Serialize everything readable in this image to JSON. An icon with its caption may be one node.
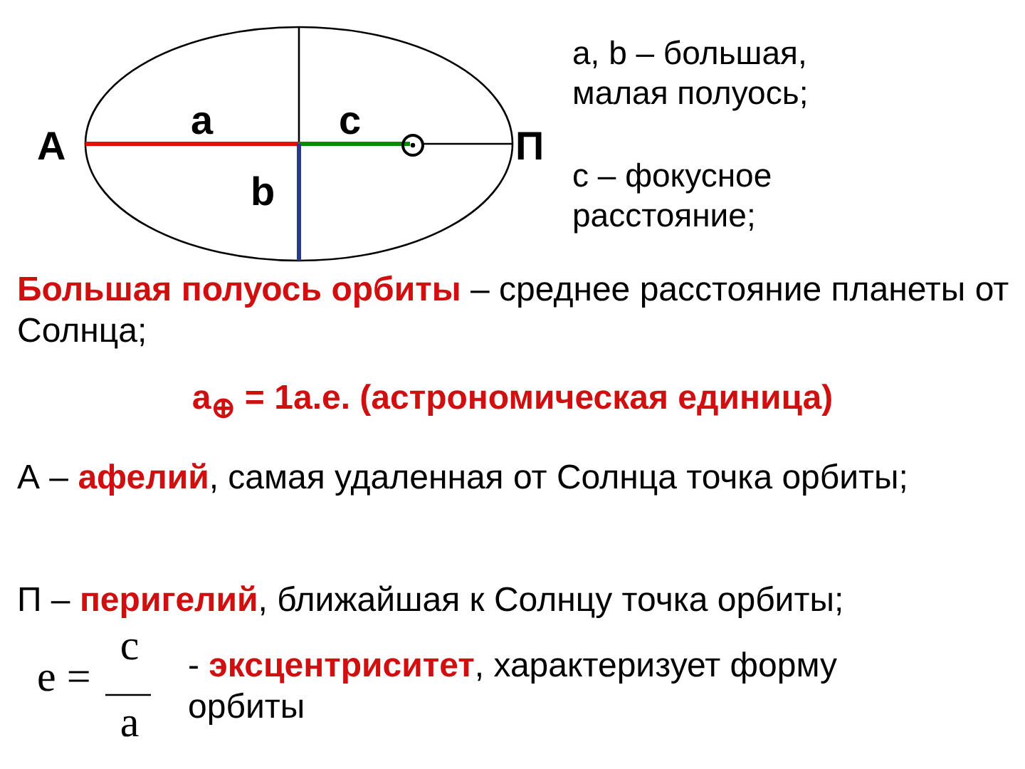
{
  "diagram": {
    "labels": [
      "A",
      "a",
      "c",
      "П",
      "b",
      "a, b – большая, малая полуось;",
      "c – фокусное расстояние;",
      "**Большая полуось орбиты** – среднее расстояние планеты от Солнца;",
      "a$_{⊕}$ = 1а.е. (астрономическая единица)",
      "А – **афелий**, самая удаленная от Солнца точка орбиты;",
      "П – **перигелий**, ближайшая к Солнцу точка орбиты;",
      "e =",
      "c",
      "a",
      "- **эксцентриситет**, характеризует форму орбиты"
    ]
  }
}
